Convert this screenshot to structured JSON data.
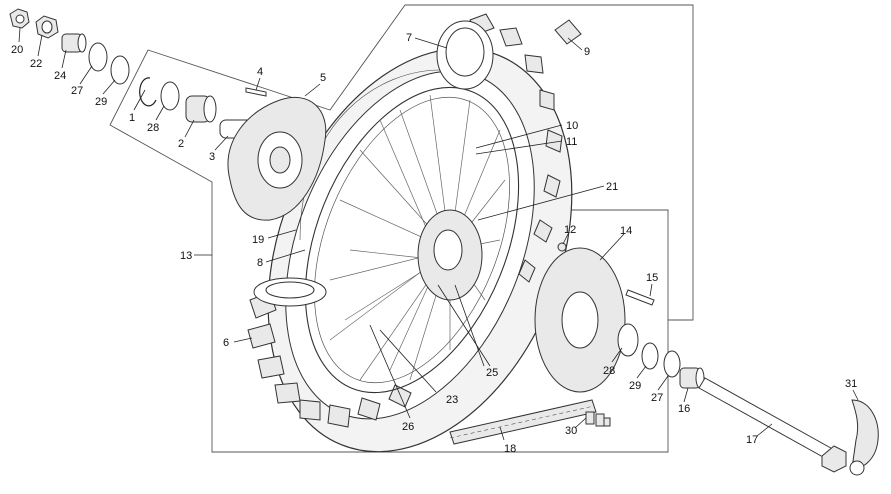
{
  "diagram": {
    "labels": [
      {
        "id": "20",
        "text": "20"
      },
      {
        "id": "22",
        "text": "22"
      },
      {
        "id": "24",
        "text": "24"
      },
      {
        "id": "27a",
        "text": "27"
      },
      {
        "id": "29a",
        "text": "29"
      },
      {
        "id": "1",
        "text": "1"
      },
      {
        "id": "28a",
        "text": "28"
      },
      {
        "id": "2",
        "text": "2"
      },
      {
        "id": "3",
        "text": "3"
      },
      {
        "id": "4",
        "text": "4"
      },
      {
        "id": "5",
        "text": "5"
      },
      {
        "id": "7",
        "text": "7"
      },
      {
        "id": "9",
        "text": "9"
      },
      {
        "id": "10",
        "text": "10"
      },
      {
        "id": "11",
        "text": "11"
      },
      {
        "id": "21",
        "text": "21"
      },
      {
        "id": "12",
        "text": "12"
      },
      {
        "id": "14",
        "text": "14"
      },
      {
        "id": "15",
        "text": "15"
      },
      {
        "id": "13",
        "text": "13"
      },
      {
        "id": "19",
        "text": "19"
      },
      {
        "id": "8",
        "text": "8"
      },
      {
        "id": "6",
        "text": "6"
      },
      {
        "id": "25",
        "text": "25"
      },
      {
        "id": "23",
        "text": "23"
      },
      {
        "id": "26",
        "text": "26"
      },
      {
        "id": "18",
        "text": "18"
      },
      {
        "id": "30",
        "text": "30"
      },
      {
        "id": "28b",
        "text": "28"
      },
      {
        "id": "29b",
        "text": "29"
      },
      {
        "id": "27b",
        "text": "27"
      },
      {
        "id": "16",
        "text": "16"
      },
      {
        "id": "17",
        "text": "17"
      },
      {
        "id": "31",
        "text": "31"
      }
    ]
  }
}
